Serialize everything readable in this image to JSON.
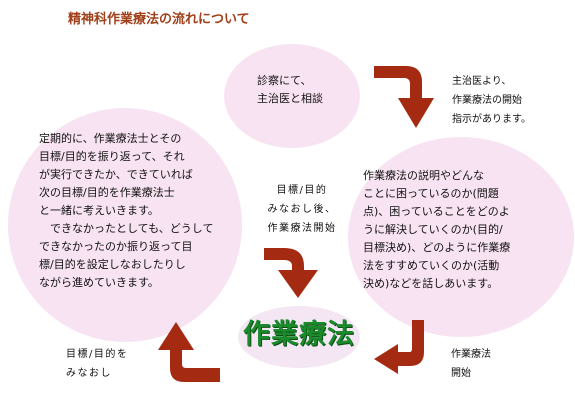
{
  "title": "精神科作業療法の流れについて",
  "colors": {
    "title": "#a0401a",
    "bubble_fill": "#f8e3f3",
    "arrow": "#a52a12",
    "center_text": "#1a8a2a",
    "center_fill": "#f4e7f3"
  },
  "nodes": {
    "consult": "診察にて、\n主治医と相談",
    "explain": "作業療法の説明やどんな\nことに困っているのか(問題\n点)、困っていることをどのよ\nうに解決していくのか(目的/\n目標決め)、どのように作業療\n法をすすめていくのか(活動\n決め)などを話しあいます。",
    "review": "定期的に、作業療法士とその\n目標/目的を振り返って、それ\nが実行できたか、できていれば\n次の目標/目的を作業療法士\nと一緒に考えいきます。\n　できなかったとしても、どうして\nできなかったのか振り返って目\n標/目的を設定しなおしたりし\nながら進めていきます。",
    "center": "作業療法"
  },
  "edge_labels": {
    "instruction": "主治医より、\n作業療法の開始\n指示があります。",
    "start": "作業療法\n開始",
    "reset": "目標/目的を\nみなおし",
    "restart": "目標/目的\nみなおし後、\n作業療法開始"
  },
  "arrows": [
    "arrow-right-down-icon",
    "arrow-left-down-icon",
    "arrow-up-left-icon",
    "arrow-down-icon"
  ]
}
